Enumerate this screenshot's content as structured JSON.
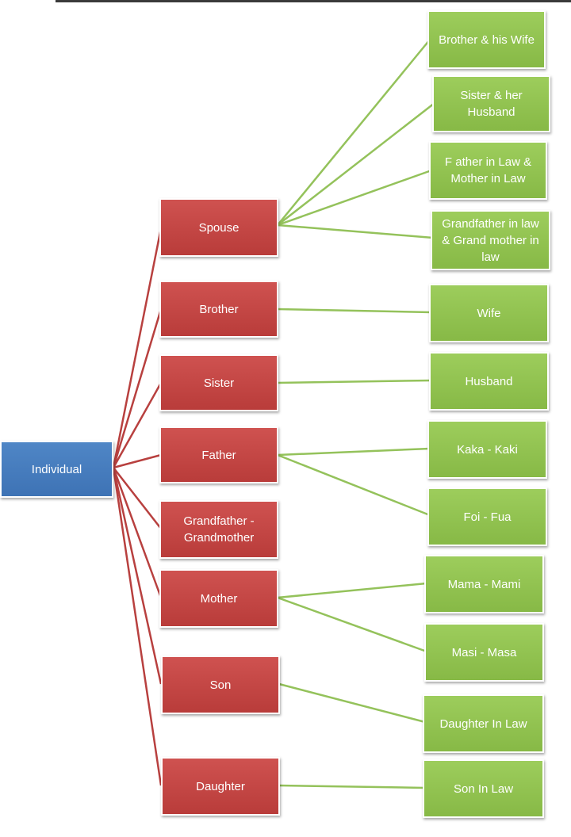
{
  "root": {
    "label": "Individual"
  },
  "relations": [
    {
      "label": "Spouse"
    },
    {
      "label": "Brother"
    },
    {
      "label": "Sister"
    },
    {
      "label": "Father"
    },
    {
      "label": "Grandfather -\nGrandmother"
    },
    {
      "label": "Mother"
    },
    {
      "label": "Son"
    },
    {
      "label": "Daughter"
    }
  ],
  "kin_terms": [
    {
      "label": "Brother & his Wife"
    },
    {
      "label": "Sister & her\nHusband"
    },
    {
      "label": "F ather in Law &\nMother in Law"
    },
    {
      "label": "Grandfather in law\n& Grand mother in\nlaw"
    },
    {
      "label": "Wife"
    },
    {
      "label": "Husband"
    },
    {
      "label": "Kaka -  Kaki"
    },
    {
      "label": "Foi - Fua"
    },
    {
      "label": "Mama - Mami"
    },
    {
      "label": "Masi - Masa"
    },
    {
      "label": "Daughter In Law"
    },
    {
      "label": "Son In Law"
    }
  ],
  "colors": {
    "root_fill": "#4573b7",
    "relation_fill": "#c0504d",
    "kin_fill": "#8fbf4f",
    "root_connector": "#b8403f",
    "kin_connector": "#94c25b"
  }
}
